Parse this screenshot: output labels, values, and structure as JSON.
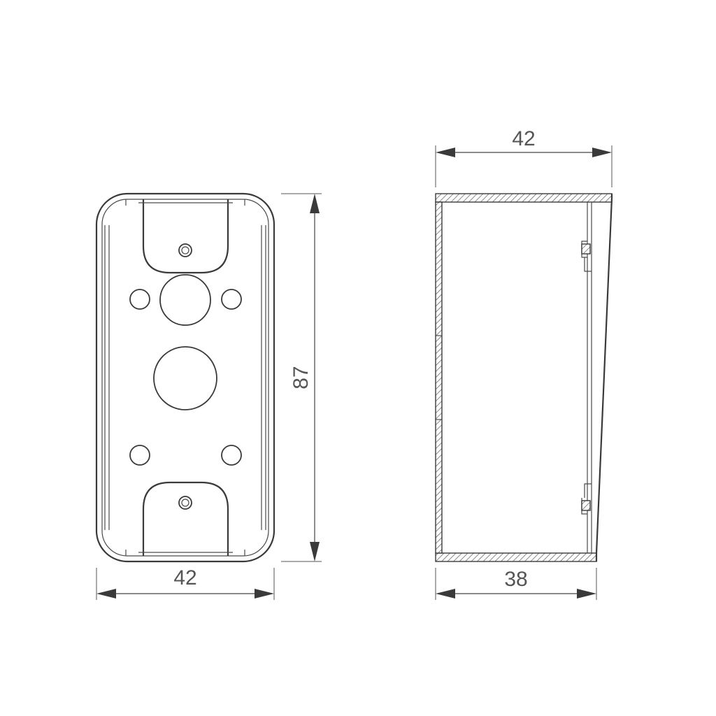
{
  "dimensions": {
    "front_width": "42",
    "front_height": "87",
    "side_top_width": "42",
    "side_bottom_width": "38"
  }
}
